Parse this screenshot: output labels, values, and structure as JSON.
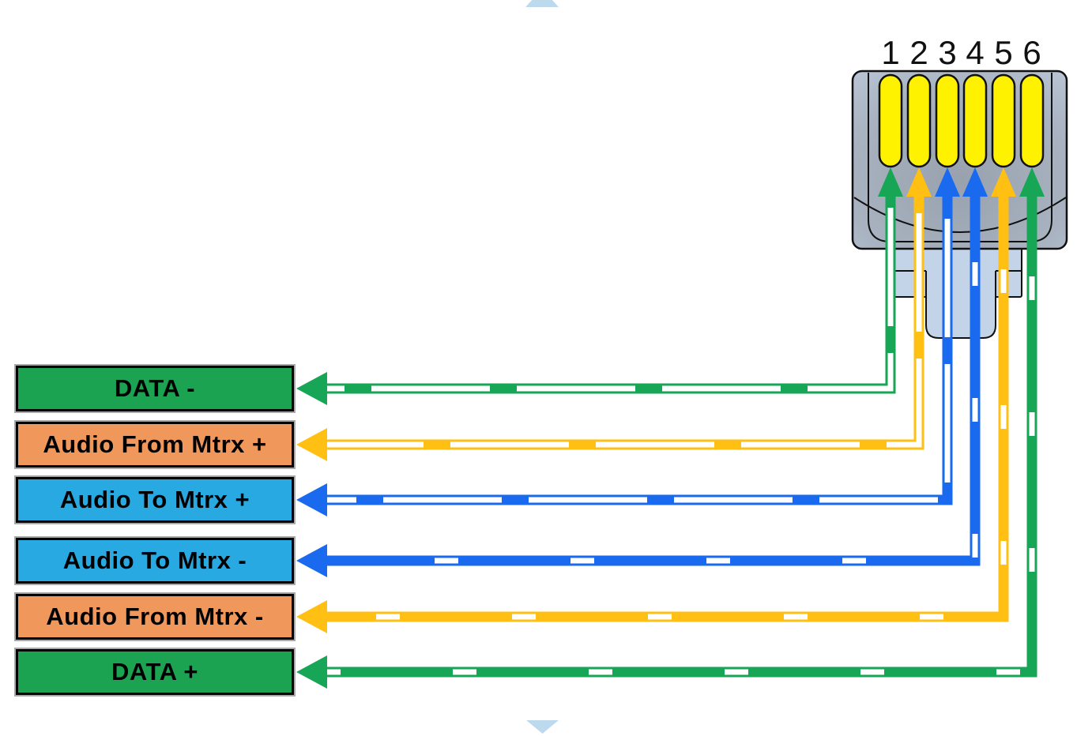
{
  "palette": {
    "green": "#17A656",
    "orange_wire": "#FFC013",
    "blue_wire": "#1A6AF0",
    "box_green": "#1BA351",
    "box_orange": "#F0985C",
    "box_blue": "#29A9E1",
    "pin_yellow": "#FFF200",
    "body_dark": "#98A1AD",
    "body_mid": "#A8B2C0",
    "body_light": "#BAC6D6",
    "latch": "#C3D3E8",
    "outline": "#111111",
    "scroll": "#BDD9EE",
    "wire_core": "#FFFFFF"
  },
  "connector": {
    "pin_numbers": [
      "1",
      "2",
      "3",
      "4",
      "5",
      "6"
    ]
  },
  "rows": [
    {
      "label": "DATA -",
      "box_color_key": "box_green",
      "wire_color_key": "green",
      "pin": 1,
      "stripe": "striped"
    },
    {
      "label": "Audio From Mtrx +",
      "box_color_key": "box_orange",
      "wire_color_key": "orange_wire",
      "pin": 2,
      "stripe": "striped"
    },
    {
      "label": "Audio To Mtrx +",
      "box_color_key": "box_blue",
      "wire_color_key": "blue_wire",
      "pin": 3,
      "stripe": "striped"
    },
    {
      "label": "Audio To Mtrx -",
      "box_color_key": "box_blue",
      "wire_color_key": "blue_wire",
      "pin": 4,
      "stripe": "solid"
    },
    {
      "label": "Audio From Mtrx -",
      "box_color_key": "box_orange",
      "wire_color_key": "orange_wire",
      "pin": 5,
      "stripe": "solid"
    },
    {
      "label": "DATA +",
      "box_color_key": "box_green",
      "wire_color_key": "green",
      "pin": 6,
      "stripe": "solid"
    }
  ]
}
